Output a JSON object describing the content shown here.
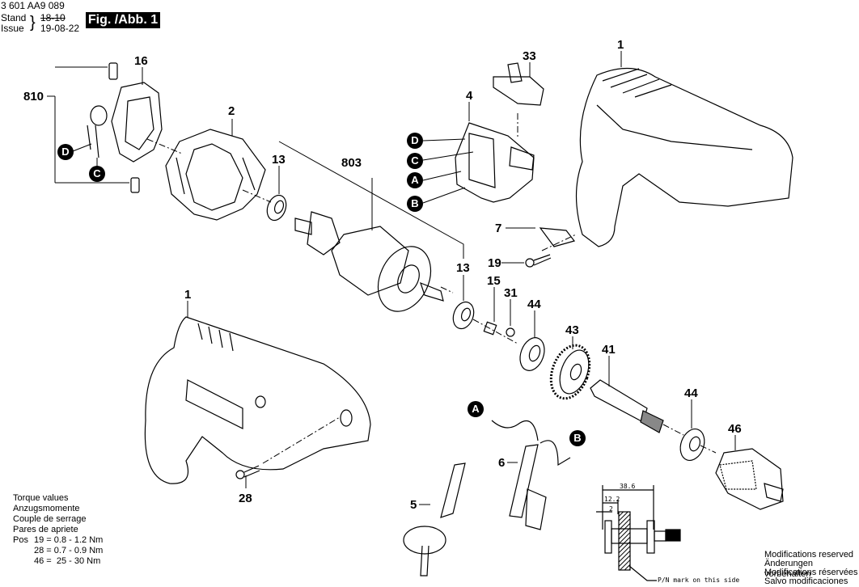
{
  "header": {
    "part_number": "3 601 AA9 089",
    "stand_label": "Stand",
    "issue_label": "Issue",
    "old_date": "18-10",
    "new_date": "19-08-22",
    "figure_label": "Fig. /Abb. 1"
  },
  "callouts": {
    "p810": "810",
    "p16": "16",
    "p2": "2",
    "p13a": "13",
    "p803": "803",
    "p13b": "13",
    "p33": "33",
    "p4": "4",
    "p1a": "1",
    "p7": "7",
    "p19": "19",
    "p15": "15",
    "p31": "31",
    "p44a": "44",
    "p43": "43",
    "p41": "41",
    "p44b": "44",
    "p46": "46",
    "p1b": "1",
    "p28": "28",
    "p5": "5",
    "p6": "6"
  },
  "connectors": {
    "brush_d": "D",
    "brush_c": "C",
    "switch_d": "D",
    "switch_c": "C",
    "switch_a": "A",
    "switch_b": "B",
    "cable_a": "A",
    "cable_b": "B"
  },
  "torque": {
    "lines": [
      "Torque values",
      "Anzugsmomente",
      "Couple de serrage",
      "Pares de apriete"
    ],
    "pos_label": "Pos",
    "values": [
      {
        "pos": "19",
        "value": "0.8 - 1.2 Nm"
      },
      {
        "pos": "28",
        "value": "0.7 - 0.9 Nm"
      },
      {
        "pos": "46",
        "value": " 25 - 30 Nm"
      }
    ]
  },
  "detail": {
    "dim_total": "38.6",
    "dim_mid": "12.2",
    "dim_small": "2",
    "pn_note": "P/N mark on this side"
  },
  "footer": {
    "lines": [
      "Modifications reserved",
      "Änderungen vorbehalten",
      "Modifications réservées",
      "Salvo modificaciones"
    ]
  }
}
